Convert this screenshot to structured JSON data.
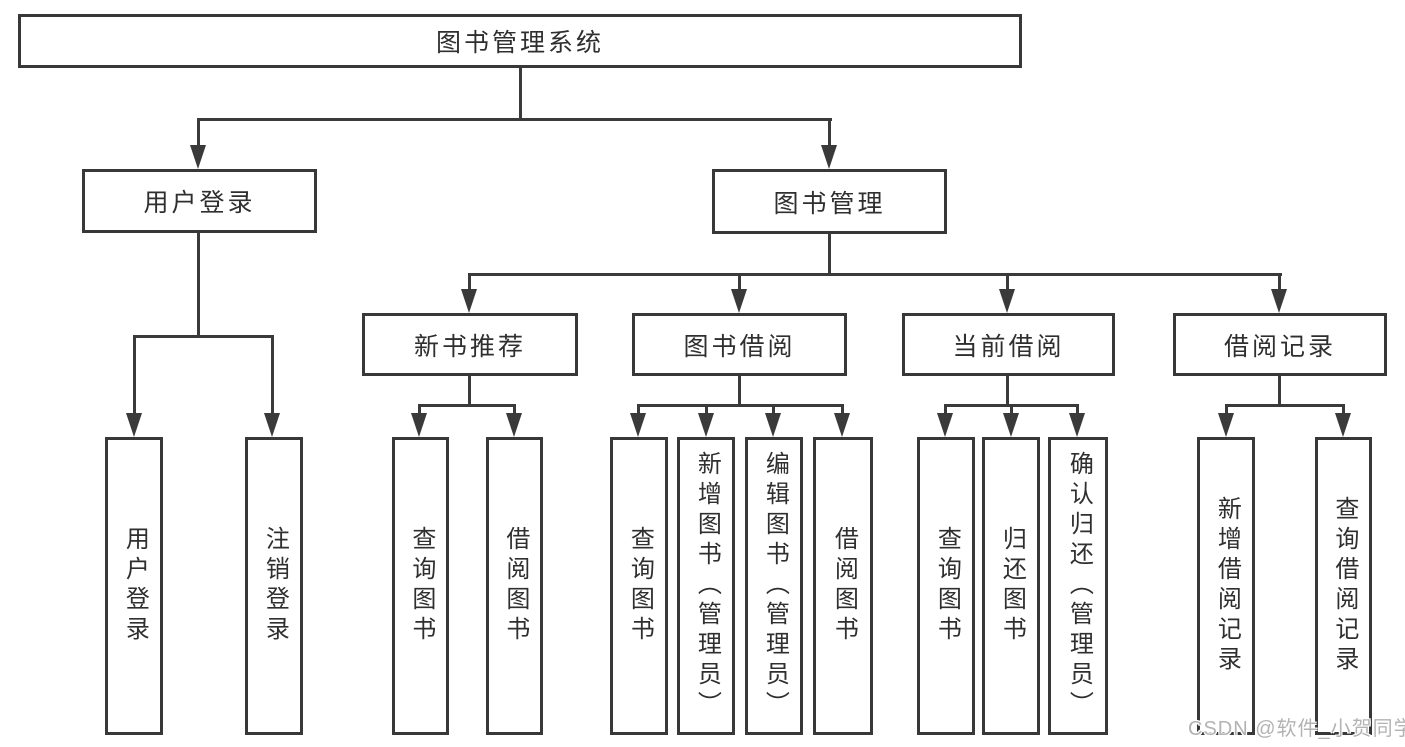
{
  "diagram": {
    "root_label": "图书管理系统",
    "user_login": {
      "label": "用户登录",
      "children": [
        "用户登录",
        "注销登录"
      ]
    },
    "book_management": {
      "label": "图书管理",
      "categories": [
        {
          "label": "新书推荐",
          "children": [
            "查询图书",
            "借阅图书"
          ]
        },
        {
          "label": "图书借阅",
          "children": [
            "查询图书",
            "新增图书（管理员）",
            "编辑图书（管理员）",
            "借阅图书"
          ]
        },
        {
          "label": "当前借阅",
          "children": [
            "查询图书",
            "归还图书",
            "确认归还（管理员）"
          ]
        },
        {
          "label": "借阅记录",
          "children": [
            "新增借阅记录",
            "查询借阅记录"
          ]
        }
      ]
    }
  },
  "watermark": {
    "text": "CSDN @软件_小贺同学"
  },
  "colors": {
    "line": "#3a3a3a",
    "border": "#383838",
    "text": "#2f2f2f",
    "watermark": "#b3b3b3",
    "background": "#ffffff"
  }
}
